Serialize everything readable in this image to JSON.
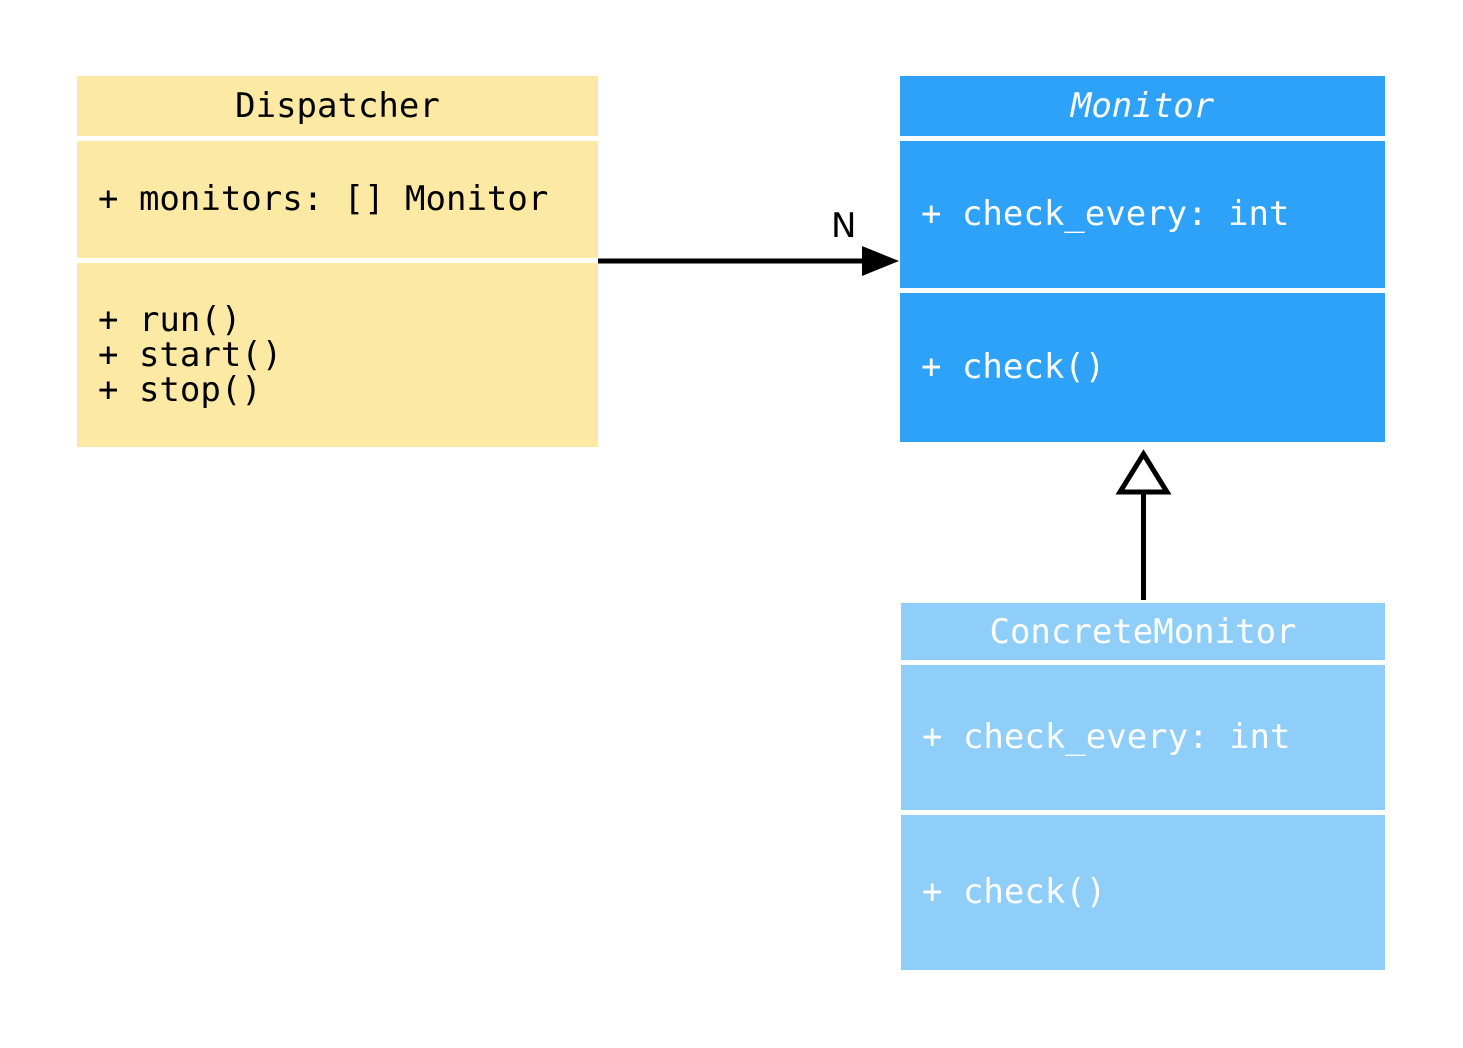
{
  "diagram": {
    "type": "uml-class-diagram",
    "background_color": "#ffffff",
    "classes": [
      {
        "name": "Dispatcher",
        "abstract": false,
        "fill_color": "#FCE9A3",
        "text_color": "#000000",
        "attributes": [
          "+ monitors: [] Monitor"
        ],
        "methods": [
          "+ run()",
          "+ start()",
          "+ stop()"
        ]
      },
      {
        "name": "Monitor",
        "abstract": true,
        "fill_color": "#2EA2F8",
        "text_color": "#ffffff",
        "attributes": [
          "+ check_every: int"
        ],
        "methods": [
          "+ check()"
        ]
      },
      {
        "name": "ConcreteMonitor",
        "abstract": false,
        "fill_color": "#8FCEF9",
        "text_color": "#ffffff",
        "attributes": [
          "+ check_every: int"
        ],
        "methods": [
          "+ check()"
        ]
      }
    ],
    "relations": [
      {
        "type": "association",
        "from": "Dispatcher",
        "to": "Monitor",
        "label": "N",
        "arrow": "filled-arrowhead",
        "color": "#000000"
      },
      {
        "type": "generalization",
        "from": "ConcreteMonitor",
        "to": "Monitor",
        "label": "",
        "arrow": "hollow-triangle",
        "color": "#000000"
      }
    ]
  }
}
